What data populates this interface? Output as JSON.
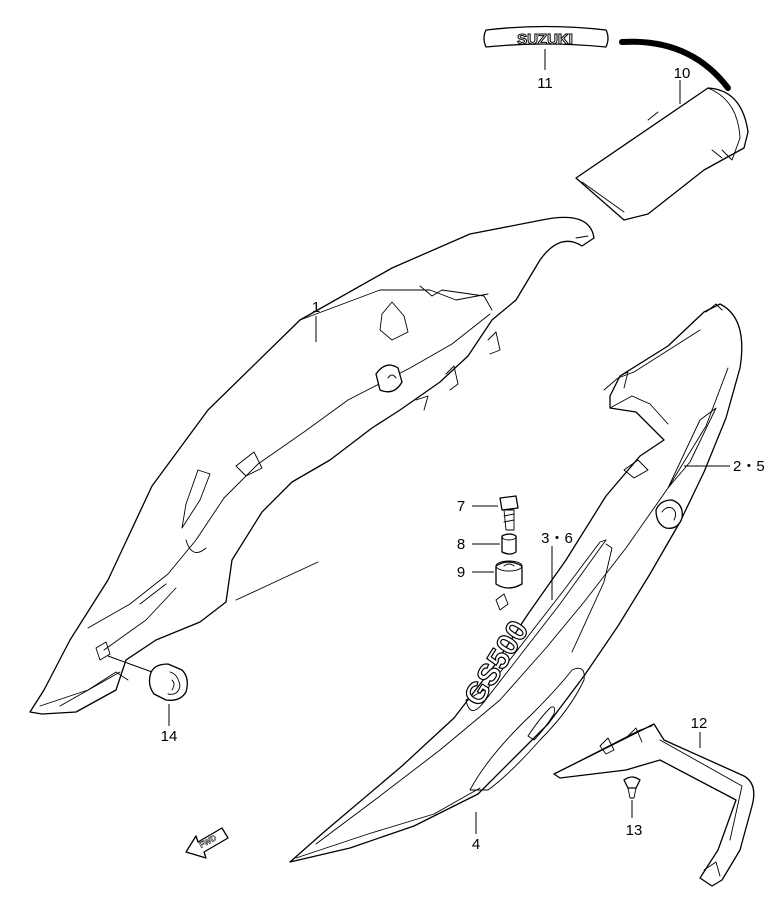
{
  "callouts": {
    "p1": "1",
    "p2_5": "2・5",
    "p3_6": "3・6",
    "p4": "4",
    "p7": "7",
    "p8": "8",
    "p9": "9",
    "p10": "10",
    "p11": "11",
    "p12": "12",
    "p13": "13",
    "p14": "14"
  },
  "emblems": {
    "suzuki_logo_text": "SUZUKI",
    "gs500_logo_text": "GS500",
    "fwd_arrow_text": "FWD"
  }
}
